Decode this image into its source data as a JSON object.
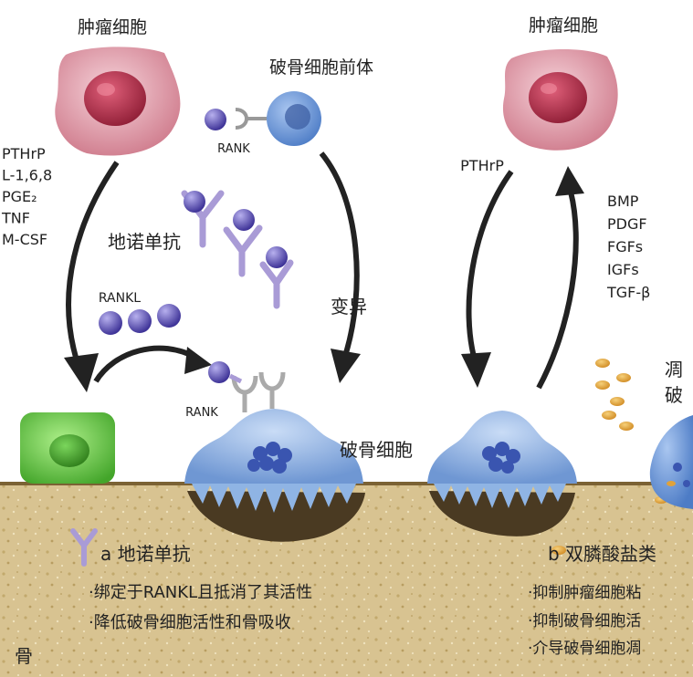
{
  "labels": {
    "tumor_cell_left": "肿瘤细胞",
    "tumor_cell_right": "肿瘤细胞",
    "osteoclast_precursor": "破骨细胞前体",
    "rank_top": "RANK",
    "rank_mid": "RANK",
    "denosumab": "地诺单抗",
    "rankl": "RANKL",
    "mutation": "变异",
    "osteoclast": "破骨细胞",
    "bone": "骨",
    "pthrp_right": "PTHrP",
    "bisphos_partial_1": "凋",
    "bisphos_partial_2": "破"
  },
  "left_factors": [
    "PTHrP",
    "L-1,6,8",
    "PGE₂",
    "TNF",
    "M-CSF"
  ],
  "right_factors": [
    "BMP",
    "PDGF",
    "FGFs",
    "IGFs",
    "TGF-β"
  ],
  "legend_a": {
    "title": "a 地诺单抗",
    "items": [
      "·绑定于RANKL且抵消了其活性",
      "·降低破骨细胞活性和骨吸收"
    ]
  },
  "legend_b": {
    "title": "b 双膦酸盐类",
    "items": [
      "·抑制肿瘤细胞粘",
      "·抑制破骨细胞活",
      "·介导破骨细胞凋"
    ]
  },
  "colors": {
    "tumor_cell": "#d98a98",
    "tumor_nucleus": "#a3253f",
    "osteoclast": "#8fb4e4",
    "precursor": "#6e99d8",
    "ligand": "#5a4fb6",
    "antibody": "#a99bd6",
    "green_cell": "#66cc44",
    "bone": "#d9c48e",
    "arrow": "#222222",
    "bisphosphonate": "#e0a23a"
  }
}
